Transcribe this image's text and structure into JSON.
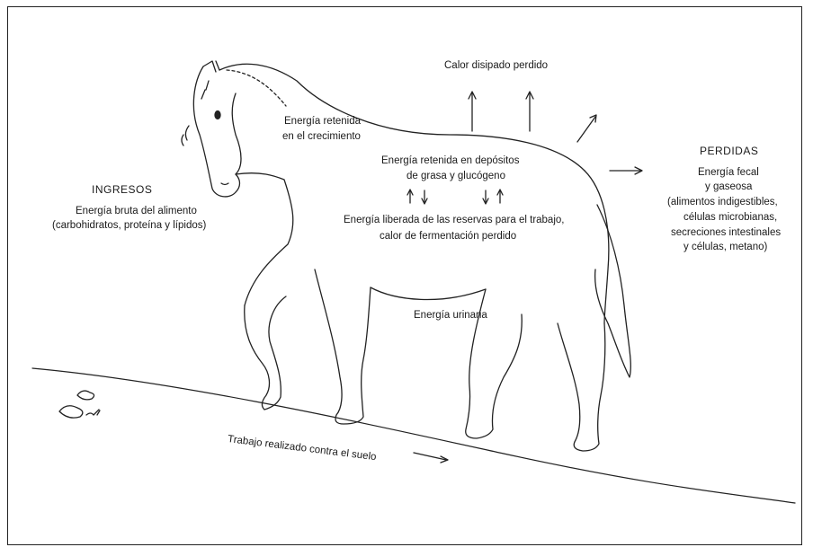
{
  "labels": {
    "calor": "Calor disipado perdido",
    "crecimiento_1": "Energía retenida",
    "crecimiento_2": "en el crecimiento",
    "depositos_1": "Energía retenida en depósitos",
    "depositos_2": "de grasa y glucógeno",
    "liberada_1": "Energía liberada de las reservas para el trabajo,",
    "liberada_2": "calor de fermentación perdido",
    "urinaria": "Energía urinaria",
    "trabajo": "Trabajo realizado contra el suelo"
  },
  "ingresos": {
    "heading": "INGRESOS",
    "line1": "Energía bruta del alimento",
    "line2": "(carbohidratos, proteína y lípidos)"
  },
  "perdidas": {
    "heading": "PERDIDAS",
    "line1": "Energía fecal",
    "line2": "y gaseosa",
    "line3": "(alimentos indigestibles,",
    "line4": "células microbianas,",
    "line5": "secreciones intestinales",
    "line6": "y células, metano)"
  },
  "icons": [
    "horse-illustration",
    "arrow-icon",
    "rocks-icon"
  ]
}
